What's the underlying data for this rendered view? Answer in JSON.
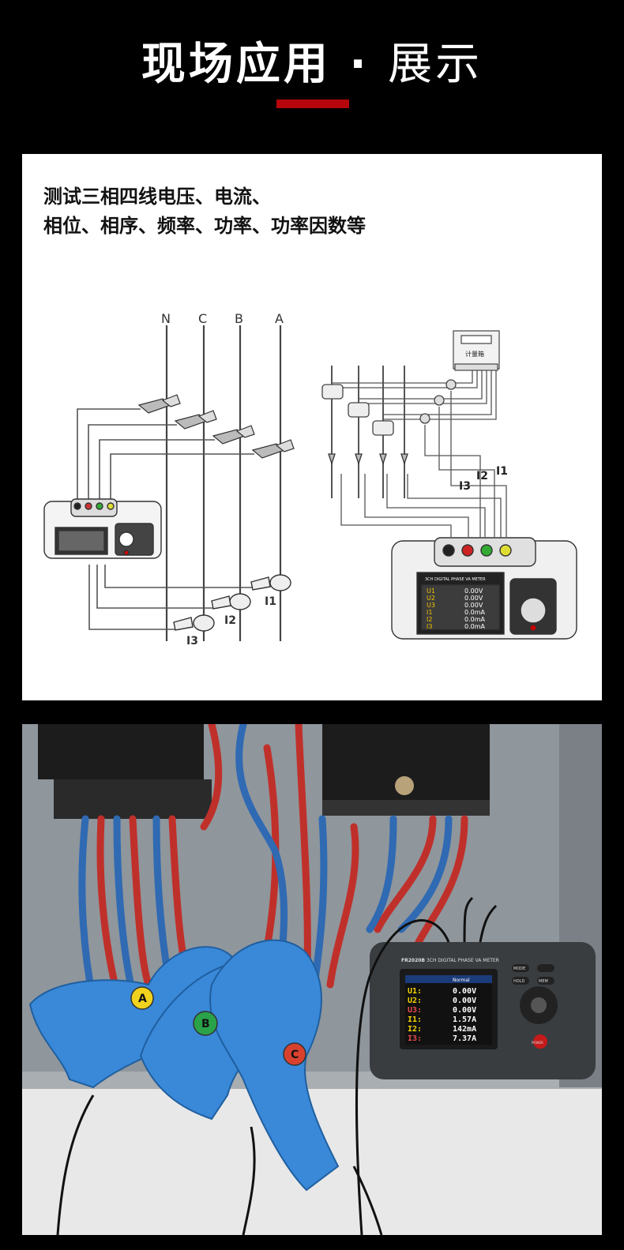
{
  "header": {
    "title_main": "现场应用",
    "title_sep": "·",
    "title_sub": "展示",
    "accent_color": "#b5060c"
  },
  "panel": {
    "desc_line1": "测试三相四线电压、电流、",
    "desc_line2": "相位、相序、频率、功率、功率因数等"
  },
  "diagram_left": {
    "lines": [
      "N",
      "C",
      "B",
      "A"
    ],
    "clamps": [
      "I1",
      "I2",
      "I3"
    ]
  },
  "diagram_right": {
    "meter_label": "计量箱",
    "clamps": [
      "I1",
      "I2",
      "I3"
    ],
    "device_title": "3CH DIGITAL PHASE VA METER",
    "readings": [
      {
        "name": "U1",
        "value": "0.00V"
      },
      {
        "name": "U2",
        "value": "0.00V"
      },
      {
        "name": "U3",
        "value": "0.00V"
      },
      {
        "name": "I1",
        "value": "0.0mA"
      },
      {
        "name": "I2",
        "value": "0.0mA"
      },
      {
        "name": "I3",
        "value": "0.0mA"
      }
    ]
  },
  "photo": {
    "device_model": "FR2020B",
    "device_title": "3CH DIGITAL PHASE VA METER",
    "buttons": [
      "MODE",
      "HOLD",
      "MEM",
      "POWER"
    ],
    "clamp_labels": [
      "A",
      "B",
      "C"
    ],
    "screen_header": "Normal",
    "readings": [
      {
        "name": "U1:",
        "value": "0.00V"
      },
      {
        "name": "U2:",
        "value": "0.00V"
      },
      {
        "name": "U3:",
        "value": "0.00V"
      },
      {
        "name": "I1:",
        "value": "1.57A"
      },
      {
        "name": "I2:",
        "value": "142mA"
      },
      {
        "name": "I3:",
        "value": "7.37A"
      }
    ]
  }
}
